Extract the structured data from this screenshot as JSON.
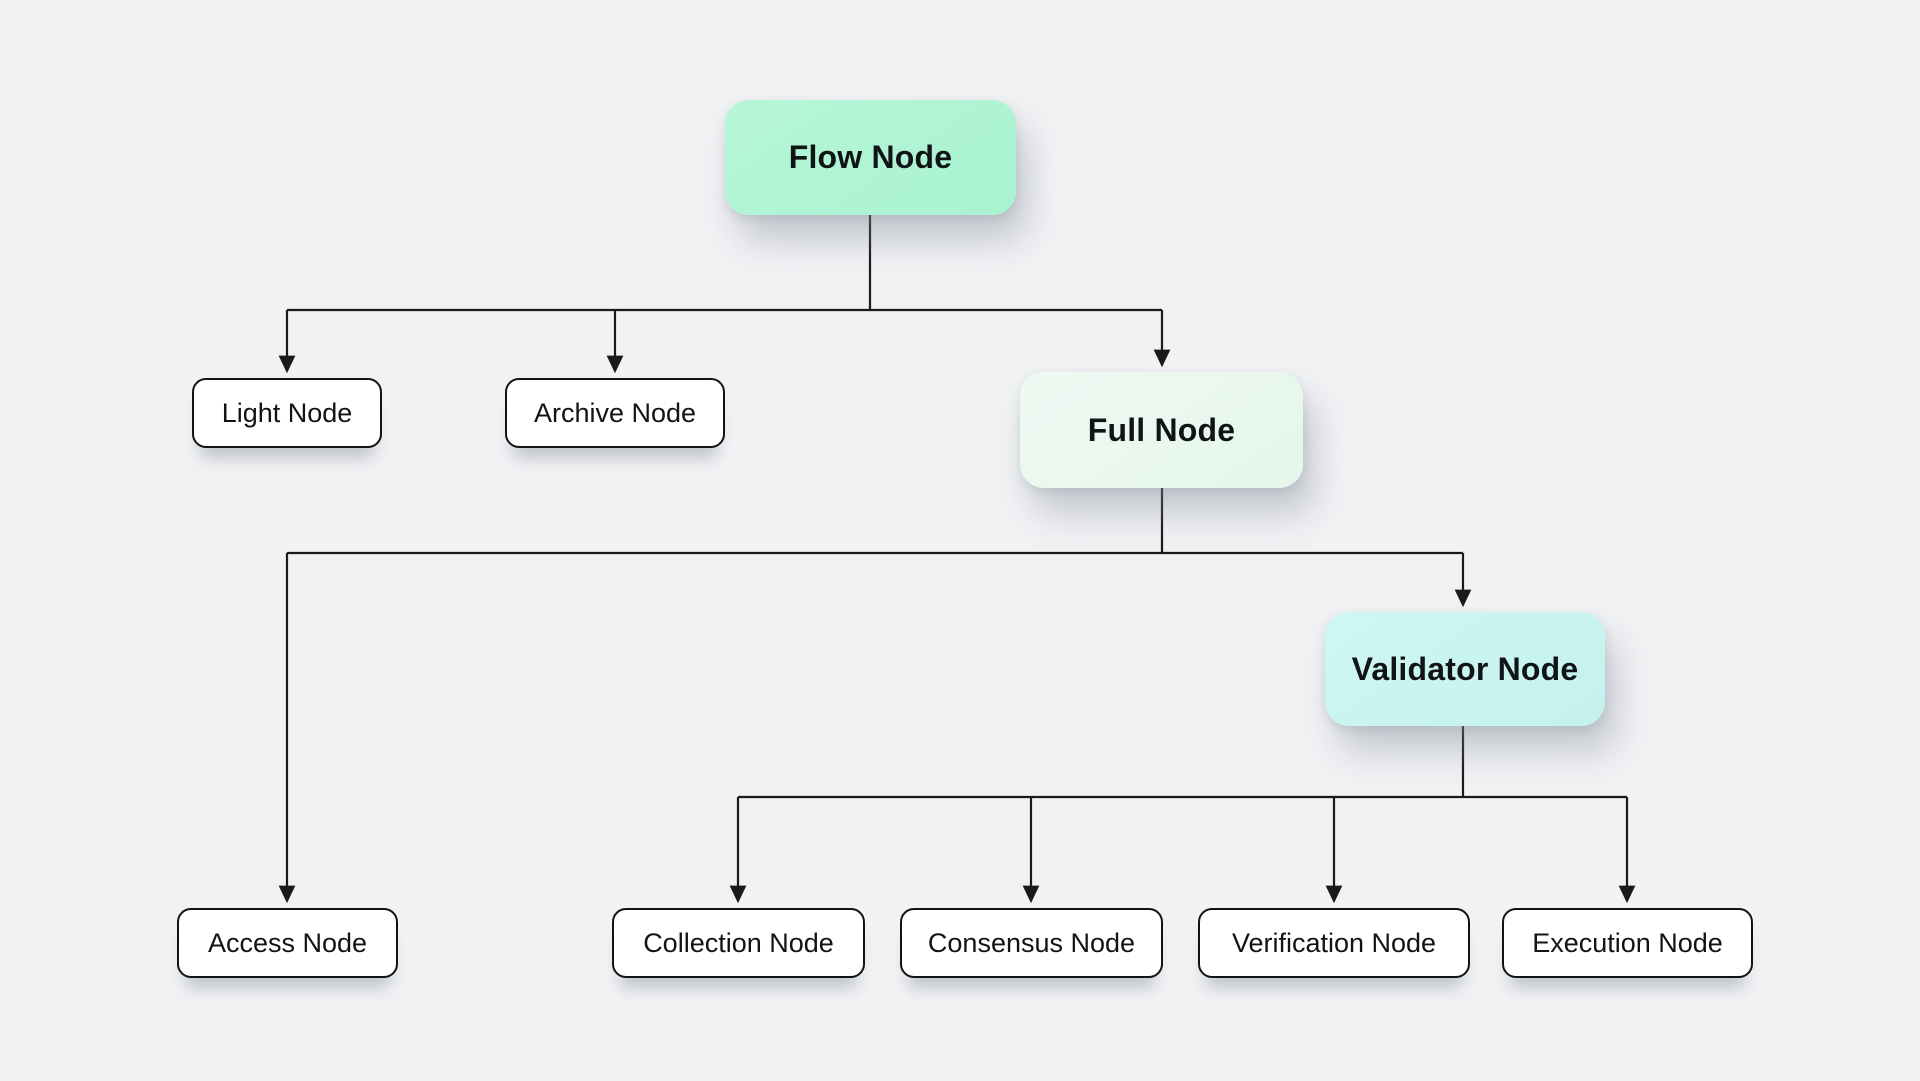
{
  "diagram": {
    "type": "tree-flowchart",
    "background_color": "#f1f2f4",
    "edge_color": "#1a1a1a",
    "nodes": {
      "flow": {
        "label": "Flow Node",
        "style": "highlight-mint",
        "fill": "#a9f3d0"
      },
      "light": {
        "label": "Light Node",
        "style": "plain-white",
        "fill": "#ffffff"
      },
      "archive": {
        "label": "Archive Node",
        "style": "plain-white",
        "fill": "#ffffff"
      },
      "full": {
        "label": "Full Node",
        "style": "highlight-pale-mint",
        "fill": "#e8f7ee"
      },
      "validator": {
        "label": "Validator Node",
        "style": "highlight-cyan",
        "fill": "#c8f2ef"
      },
      "access": {
        "label": "Access Node",
        "style": "plain-white",
        "fill": "#ffffff"
      },
      "collection": {
        "label": "Collection Node",
        "style": "plain-white",
        "fill": "#ffffff"
      },
      "consensus": {
        "label": "Consensus Node",
        "style": "plain-white",
        "fill": "#ffffff"
      },
      "verification": {
        "label": "Verification Node",
        "style": "plain-white",
        "fill": "#ffffff"
      },
      "execution": {
        "label": "Execution Node",
        "style": "plain-white",
        "fill": "#ffffff"
      }
    },
    "edges": [
      {
        "from": "flow",
        "to": "light"
      },
      {
        "from": "flow",
        "to": "archive"
      },
      {
        "from": "flow",
        "to": "full"
      },
      {
        "from": "full",
        "to": "access"
      },
      {
        "from": "full",
        "to": "validator"
      },
      {
        "from": "validator",
        "to": "collection"
      },
      {
        "from": "validator",
        "to": "consensus"
      },
      {
        "from": "validator",
        "to": "verification"
      },
      {
        "from": "validator",
        "to": "execution"
      }
    ]
  }
}
